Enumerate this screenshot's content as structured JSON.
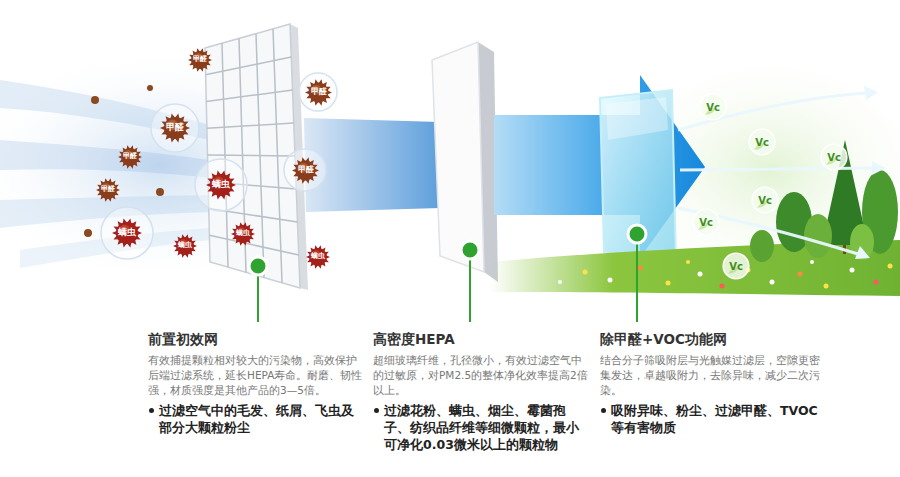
{
  "diagram": {
    "nodes": [
      {
        "text": [
          "甲醛"
        ]
      },
      {
        "text": [
          "甲醛"
        ]
      },
      {
        "text": [
          "甲醛"
        ]
      },
      {
        "text": [
          "甲醛"
        ]
      },
      {
        "text": [
          "甲醛"
        ]
      },
      {
        "text": [
          "甲醛"
        ]
      },
      {
        "text": [
          "螨虫"
        ]
      },
      {
        "text": [
          "螨虫"
        ]
      },
      {
        "text": [
          "螨虫"
        ]
      },
      {
        "text": [
          "螨虫"
        ]
      },
      {
        "text": [
          "螨虫"
        ]
      },
      {
        "text": [
          "Vc"
        ]
      },
      {
        "text": [
          "Vc"
        ]
      },
      {
        "text": [
          "Vc"
        ]
      },
      {
        "text": [
          "Vc"
        ]
      },
      {
        "text": [
          "Vc"
        ]
      },
      {
        "text": [
          "Vc"
        ]
      }
    ],
    "labels": [
      "前置初效网",
      "有效捕提颗粒相对较大的污染物，高效保护后端过滤系统，延长HEPA寿命。耐磨、韧性强，材质强度是其他产品的3—5倍。",
      "过滤空气中的毛发、纸屑、飞虫及部分大颗粒粉尘",
      "高密度HEPA",
      "超细玻璃纤维，孔径微小，有效过滤空气中的过敏原，对PM2.5的整体净化效率提高2倍以上。",
      "过滤花粉、螨虫、烟尘、霉菌孢子、纺织品纤维等细微颗粒，最小可净化0.03微米以上的颗粒物",
      "除甲醛+VOC功能网",
      "结合分子筛吸附层与光触媒过滤层，空隙更密集发达，卓越吸附力，去除异味，减少二次污染。",
      "吸附异味、粉尘、过滤甲醛、TVOC等有害物质"
    ]
  }
}
